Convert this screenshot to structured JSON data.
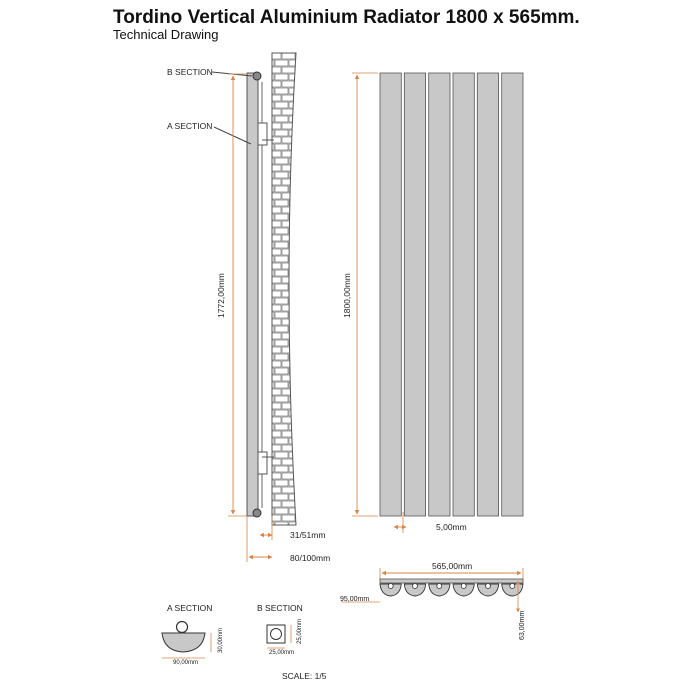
{
  "title": "Tordino Vertical Aluminium Radiator 1800 x 565mm.",
  "subtitle": "Technical Drawing",
  "labels": {
    "b_section": "B SECTION",
    "a_section": "A SECTION",
    "scale": "SCALE: 1/5"
  },
  "dimensions": {
    "side_height": "1772,00mm",
    "front_height": "1800,00mm",
    "wall_gap": "31/51mm",
    "depth": "80/100mm",
    "gap_between_panels": "5,00mm",
    "width": "565,00mm",
    "top_depth": "95,00mm",
    "top_height": "63,00mm",
    "a_width": "90,00mm",
    "a_height": "30,00mm",
    "b_width": "25,00mm",
    "b_height": "25,00mm"
  },
  "colors": {
    "dimension": "#d9844a",
    "panel_fill": "#c8c8c8",
    "outline": "#555555"
  }
}
